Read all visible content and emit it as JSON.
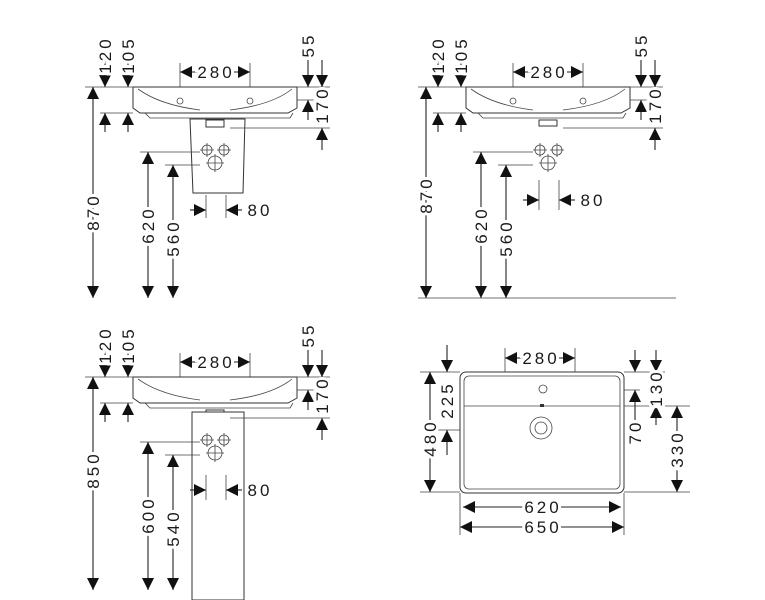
{
  "views": {
    "wall_mounted_with_trap_cover": {
      "dims": {
        "d120": "120",
        "d105": "105",
        "d280": "280",
        "d55": "55",
        "d170": "170",
        "d870": "870",
        "d620": "620",
        "d560": "560",
        "d80": "80"
      }
    },
    "wall_mounted_without_cover": {
      "dims": {
        "d120": "120",
        "d105": "105",
        "d280": "280",
        "d55": "55",
        "d170": "170",
        "d870": "870",
        "d620": "620",
        "d560": "560",
        "d80": "80"
      }
    },
    "with_pedestal": {
      "dims": {
        "d120": "120",
        "d105": "105",
        "d280": "280",
        "d55": "55",
        "d170": "170",
        "d850": "850",
        "d600": "600",
        "d540": "540",
        "d80": "80"
      }
    },
    "top_view": {
      "dims": {
        "d280": "280",
        "d225": "225",
        "d480": "480",
        "d130": "130",
        "d70": "70",
        "d330": "330",
        "d620": "620",
        "d650": "650"
      }
    }
  }
}
